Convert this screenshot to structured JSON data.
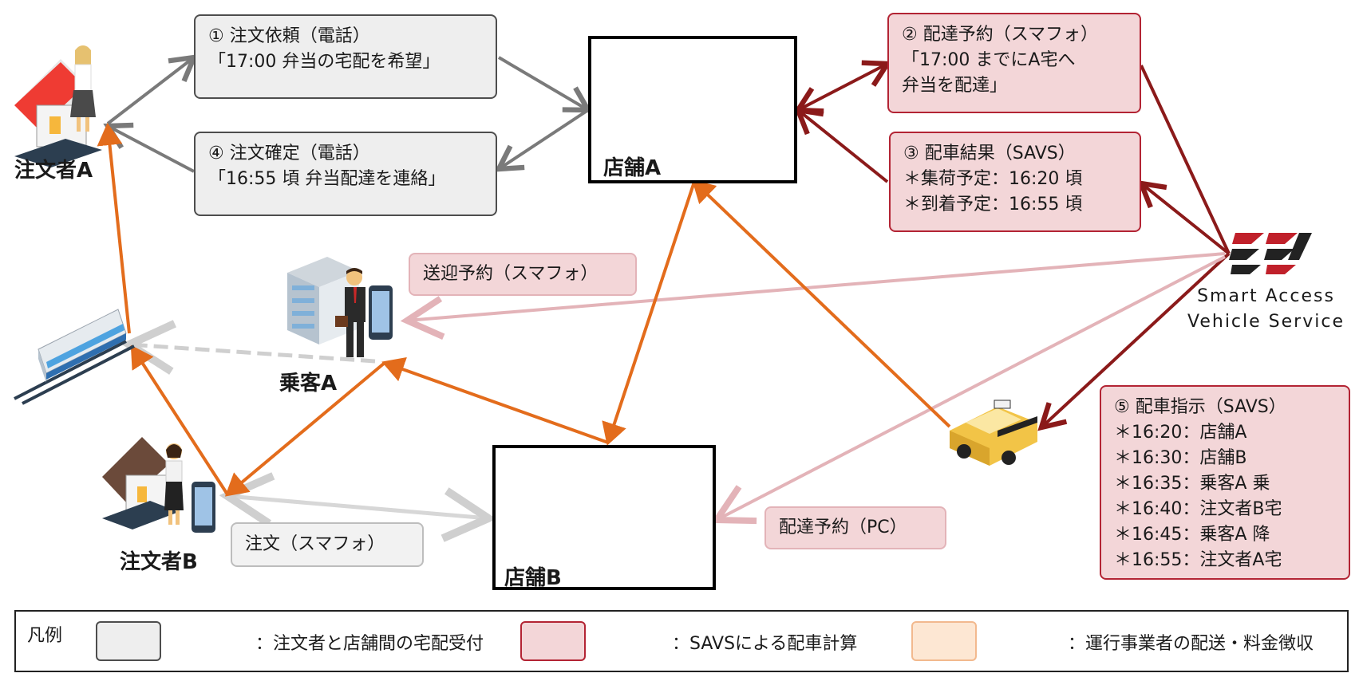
{
  "boxes": {
    "b1": {
      "l1": "① 注文依頼（電話）",
      "l2": "「17:00 弁当の宅配を希望」"
    },
    "b4": {
      "l1": "④ 注文確定（電話）",
      "l2": "「16:55 頃 弁当配達を連絡」"
    },
    "b2": {
      "l1": "② 配達予約（スマフォ）",
      "l2": "「17:00 までにA宅へ",
      "l3": "弁当を配達」"
    },
    "b3": {
      "l1": "③ 配車結果（SAVS）",
      "l2": "＊集荷予定：16:20 頃",
      "l3": "＊到着予定：16:55 頃"
    },
    "pickup": "送迎予約（スマフォ）",
    "order_b": "注文（スマフォ）",
    "delivery_pc": "配達予約（PC）",
    "b5": {
      "l1": "⑤ 配車指示（SAVS）",
      "l2": "＊16:20：店舗A",
      "l3": "＊16:30：店舗B",
      "l4": "＊16:35：乗客A 乗",
      "l5": "＊16:40：注文者B宅",
      "l6": "＊16:45：乗客A 降",
      "l7": "＊16:55：注文者A宅"
    }
  },
  "nodes": {
    "orderer_a": "注文者A",
    "orderer_b": "注文者B",
    "store_a": "店舗A",
    "store_b": "店舗B",
    "passenger_a": "乗客A",
    "savs_line1": "Smart Access",
    "savs_line2": "Vehicle Service"
  },
  "legend": {
    "title": "凡例",
    "gray": "：注文者と店舗間の宅配受付",
    "red": "：SAVSによる配車計算",
    "orange": "：運行事業者の配送・料金徴収"
  },
  "colors": {
    "gray_arrow": "#7a7a7a",
    "red_arrow": "#8b1a1a",
    "orange_arrow": "#e36c1c",
    "pink_fill": "#f3d6d8",
    "orange_fill": "#fde7d3"
  }
}
